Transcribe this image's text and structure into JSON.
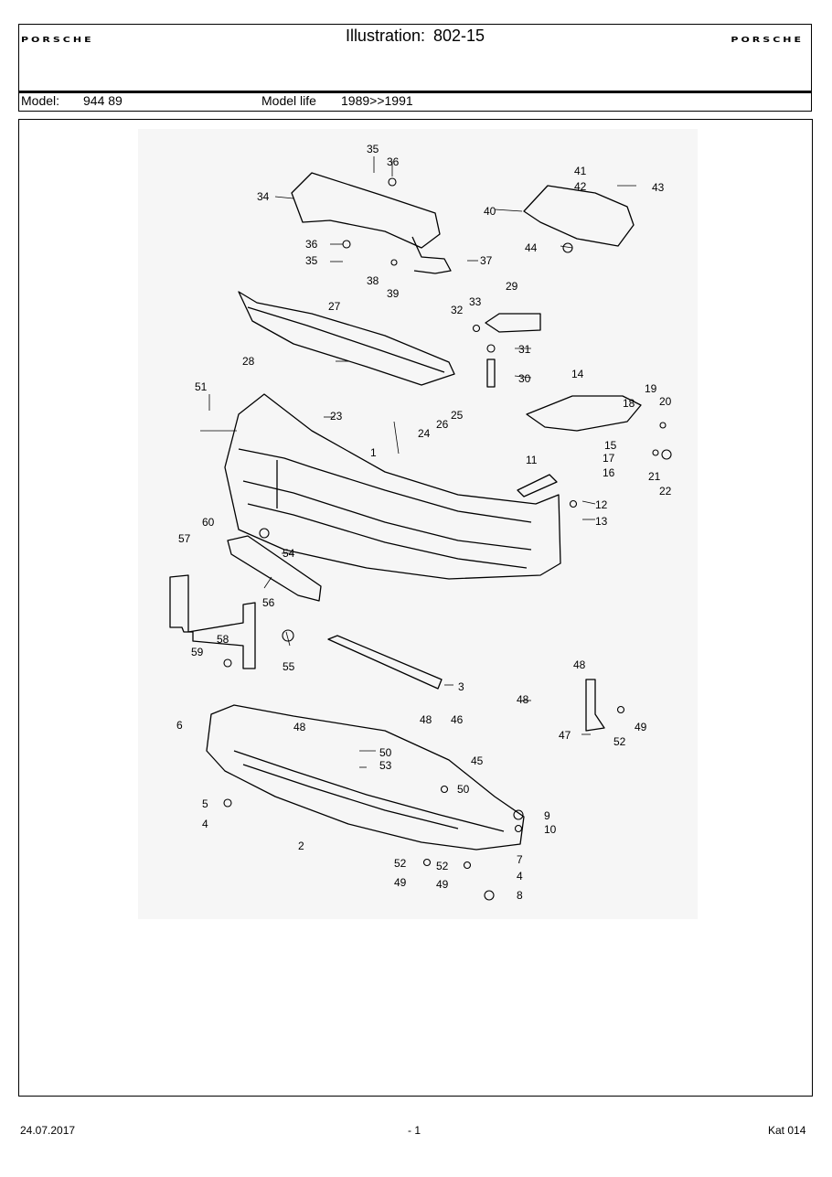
{
  "header": {
    "brand_left": "PORSCHE",
    "brand_right": "PORSCHE",
    "title_label": "Illustration:",
    "title_number": "802-15",
    "model_label": "Model:",
    "model_value": "944 89",
    "model_life_label": "Model life",
    "model_life_value": "1989>>1991"
  },
  "callouts": [
    "1",
    "2",
    "3",
    "4",
    "4",
    "5",
    "6",
    "7",
    "8",
    "9",
    "10",
    "11",
    "12",
    "13",
    "14",
    "15",
    "16",
    "17",
    "18",
    "19",
    "20",
    "21",
    "22",
    "23",
    "24",
    "25",
    "26",
    "27",
    "28",
    "29",
    "30",
    "31",
    "32",
    "33",
    "34",
    "35",
    "35",
    "36",
    "36",
    "37",
    "38",
    "39",
    "40",
    "41",
    "42",
    "43",
    "44",
    "45",
    "46",
    "47",
    "48",
    "48",
    "48",
    "48",
    "49",
    "49",
    "49",
    "50",
    "50",
    "51",
    "52",
    "52",
    "52",
    "53",
    "54",
    "55",
    "56",
    "57",
    "58",
    "59",
    "60"
  ],
  "footer": {
    "date": "24.07.2017",
    "page": "- 1",
    "catalog": "Kat 014"
  }
}
